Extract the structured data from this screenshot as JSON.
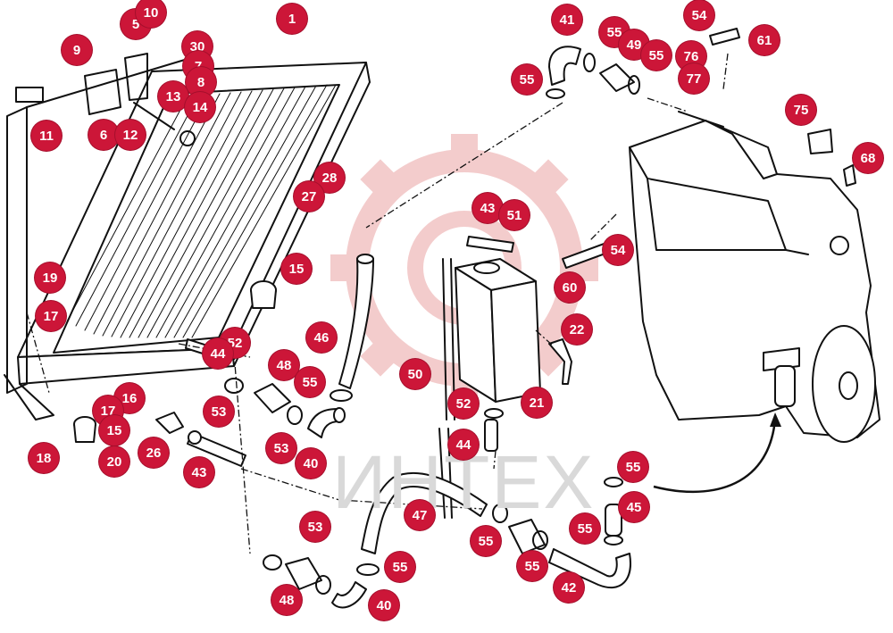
{
  "callouts": [
    {
      "id": "1",
      "label": "1"
    },
    {
      "id": "5",
      "label": "5"
    },
    {
      "id": "10",
      "label": "10"
    },
    {
      "id": "30",
      "label": "30"
    },
    {
      "id": "9",
      "label": "9"
    },
    {
      "id": "7",
      "label": "7"
    },
    {
      "id": "8",
      "label": "8"
    },
    {
      "id": "13",
      "label": "13"
    },
    {
      "id": "14",
      "label": "14"
    },
    {
      "id": "11",
      "label": "11"
    },
    {
      "id": "6",
      "label": "6"
    },
    {
      "id": "12",
      "label": "12"
    },
    {
      "id": "28",
      "label": "28"
    },
    {
      "id": "27",
      "label": "27"
    },
    {
      "id": "15a",
      "label": "15"
    },
    {
      "id": "19",
      "label": "19"
    },
    {
      "id": "17a",
      "label": "17"
    },
    {
      "id": "52a",
      "label": "52"
    },
    {
      "id": "44a",
      "label": "44"
    },
    {
      "id": "46",
      "label": "46"
    },
    {
      "id": "48a",
      "label": "48"
    },
    {
      "id": "55a",
      "label": "55"
    },
    {
      "id": "53a",
      "label": "53"
    },
    {
      "id": "16",
      "label": "16"
    },
    {
      "id": "17b",
      "label": "17"
    },
    {
      "id": "15b",
      "label": "15"
    },
    {
      "id": "18",
      "label": "18"
    },
    {
      "id": "20",
      "label": "20"
    },
    {
      "id": "26",
      "label": "26"
    },
    {
      "id": "43a",
      "label": "43"
    },
    {
      "id": "53b",
      "label": "53"
    },
    {
      "id": "40a",
      "label": "40"
    },
    {
      "id": "41",
      "label": "41"
    },
    {
      "id": "55b",
      "label": "55"
    },
    {
      "id": "49",
      "label": "49"
    },
    {
      "id": "55c",
      "label": "55"
    },
    {
      "id": "55d",
      "label": "55"
    },
    {
      "id": "54a",
      "label": "54"
    },
    {
      "id": "61",
      "label": "61"
    },
    {
      "id": "76",
      "label": "76"
    },
    {
      "id": "77",
      "label": "77"
    },
    {
      "id": "75",
      "label": "75"
    },
    {
      "id": "68",
      "label": "68"
    },
    {
      "id": "43b",
      "label": "43"
    },
    {
      "id": "51",
      "label": "51"
    },
    {
      "id": "54b",
      "label": "54"
    },
    {
      "id": "60",
      "label": "60"
    },
    {
      "id": "22",
      "label": "22"
    },
    {
      "id": "50",
      "label": "50"
    },
    {
      "id": "52b",
      "label": "52"
    },
    {
      "id": "21",
      "label": "21"
    },
    {
      "id": "44b",
      "label": "44"
    },
    {
      "id": "47",
      "label": "47"
    },
    {
      "id": "55e",
      "label": "55"
    },
    {
      "id": "55f",
      "label": "55"
    },
    {
      "id": "45",
      "label": "45"
    },
    {
      "id": "55g",
      "label": "55"
    },
    {
      "id": "55h",
      "label": "55"
    },
    {
      "id": "42",
      "label": "42"
    },
    {
      "id": "53c",
      "label": "53"
    },
    {
      "id": "55i",
      "label": "55"
    },
    {
      "id": "48b",
      "label": "48"
    },
    {
      "id": "40b",
      "label": "40"
    }
  ],
  "watermark": {
    "text": "ИНТЕХ"
  },
  "colors": {
    "badge": "#cc1638",
    "line": "#111111",
    "watermark": "#f0c8c8"
  }
}
